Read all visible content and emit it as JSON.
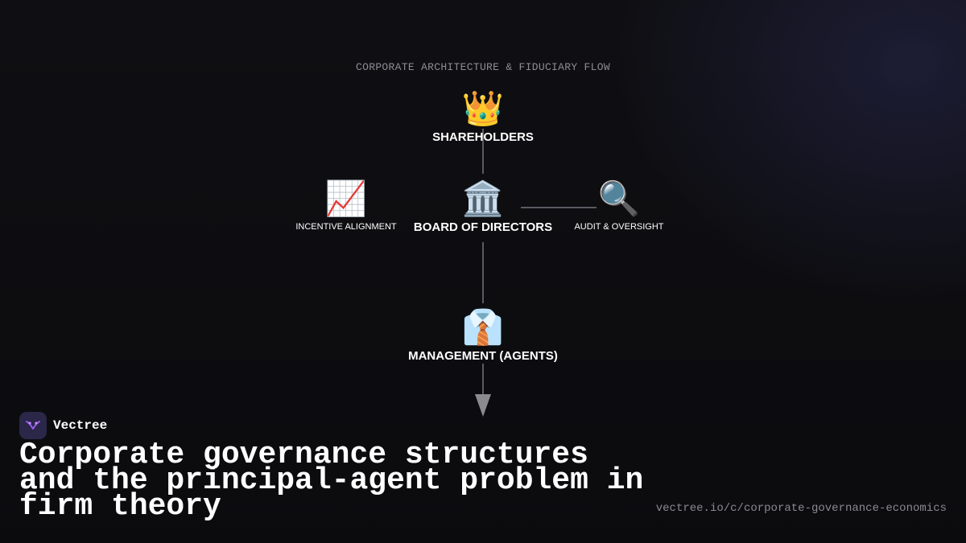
{
  "caption": "CORPORATE ARCHITECTURE & FIDUCIARY FLOW",
  "nodes": {
    "shareholders": {
      "icon": "👑",
      "label": "SHAREHOLDERS",
      "icon_name": "crown-icon"
    },
    "board": {
      "icon": "🏛️",
      "label": "BOARD OF DIRECTORS",
      "icon_name": "classical-building-icon"
    },
    "incentive": {
      "icon": "📈",
      "label": "INCENTIVE ALIGNMENT",
      "icon_name": "chart-increasing-icon"
    },
    "audit": {
      "icon": "🔍",
      "label": "AUDIT & OVERSIGHT",
      "icon_name": "magnifying-glass-icon"
    },
    "management": {
      "icon": "👔",
      "label": "MANAGEMENT (AGENTS)",
      "icon_name": "necktie-icon"
    }
  },
  "brand": {
    "name": "Vectree",
    "icon_name": "vectree-logo-icon"
  },
  "title": "Corporate governance structures and the principal-agent problem in firm theory",
  "url": "vectree.io/c/corporate-governance-economics",
  "colors": {
    "background": "#0f0f13",
    "connector": "#5a5a60",
    "arrow": "#8a8a8f",
    "logo_bg": "#2a2748",
    "logo_mark": "#9b5cf0"
  }
}
